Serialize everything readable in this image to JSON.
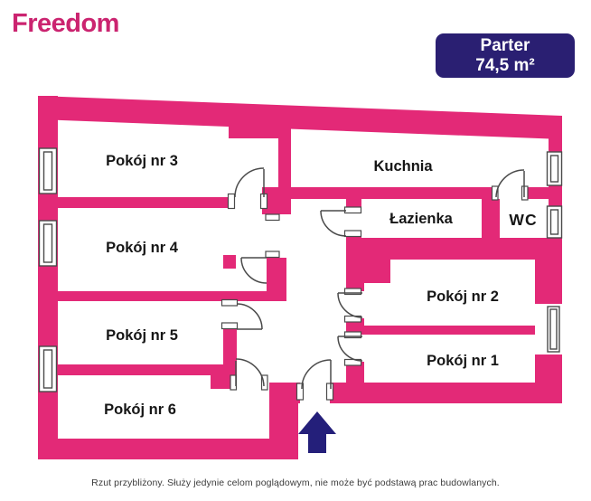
{
  "header": {
    "logo_text": "Freedom",
    "logo_color": "#CB2470"
  },
  "badge": {
    "floor_label": "Parter",
    "area_label": "74,5 m²",
    "background": "#2A1F72",
    "text_color": "#FFFFFF"
  },
  "plan": {
    "wall_color": "#E32977",
    "door_window_outline_color": "#4A4A4A",
    "arrow_color": "#241F7A",
    "labels": [
      {
        "id": "pokoj-3",
        "text": "Pokój nr 3"
      },
      {
        "id": "pokoj-4",
        "text": "Pokój nr 4"
      },
      {
        "id": "pokoj-5",
        "text": "Pokój nr 5"
      },
      {
        "id": "pokoj-6",
        "text": "Pokój nr 6"
      },
      {
        "id": "kuchnia",
        "text": "Kuchnia"
      },
      {
        "id": "lazienka",
        "text": "Łazienka"
      },
      {
        "id": "wc",
        "text": "WC"
      },
      {
        "id": "pokoj-2",
        "text": "Pokój nr 2"
      },
      {
        "id": "pokoj-1",
        "text": "Pokój nr 1"
      }
    ]
  },
  "footer": {
    "disclaimer": "Rzut przybliżony. Służy jedynie celom poglądowym, nie może być podstawą prac budowlanych."
  }
}
